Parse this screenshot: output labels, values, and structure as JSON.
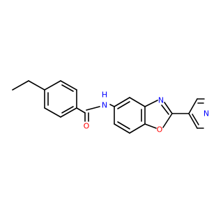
{
  "structure": {
    "atoms": {
      "amide_N": {
        "text": "N",
        "color": "#0000ff"
      },
      "amide_H": {
        "text": "H",
        "color": "#0000ff"
      },
      "carbonyl_O": {
        "text": "O",
        "color": "#ff0000"
      },
      "oxazole_N": {
        "text": "N",
        "color": "#0000ff"
      },
      "oxazole_O": {
        "text": "O",
        "color": "#ff0000"
      },
      "pyridine_N": {
        "text": "N",
        "color": "#0000ff"
      }
    },
    "bond_color": "#000000"
  }
}
